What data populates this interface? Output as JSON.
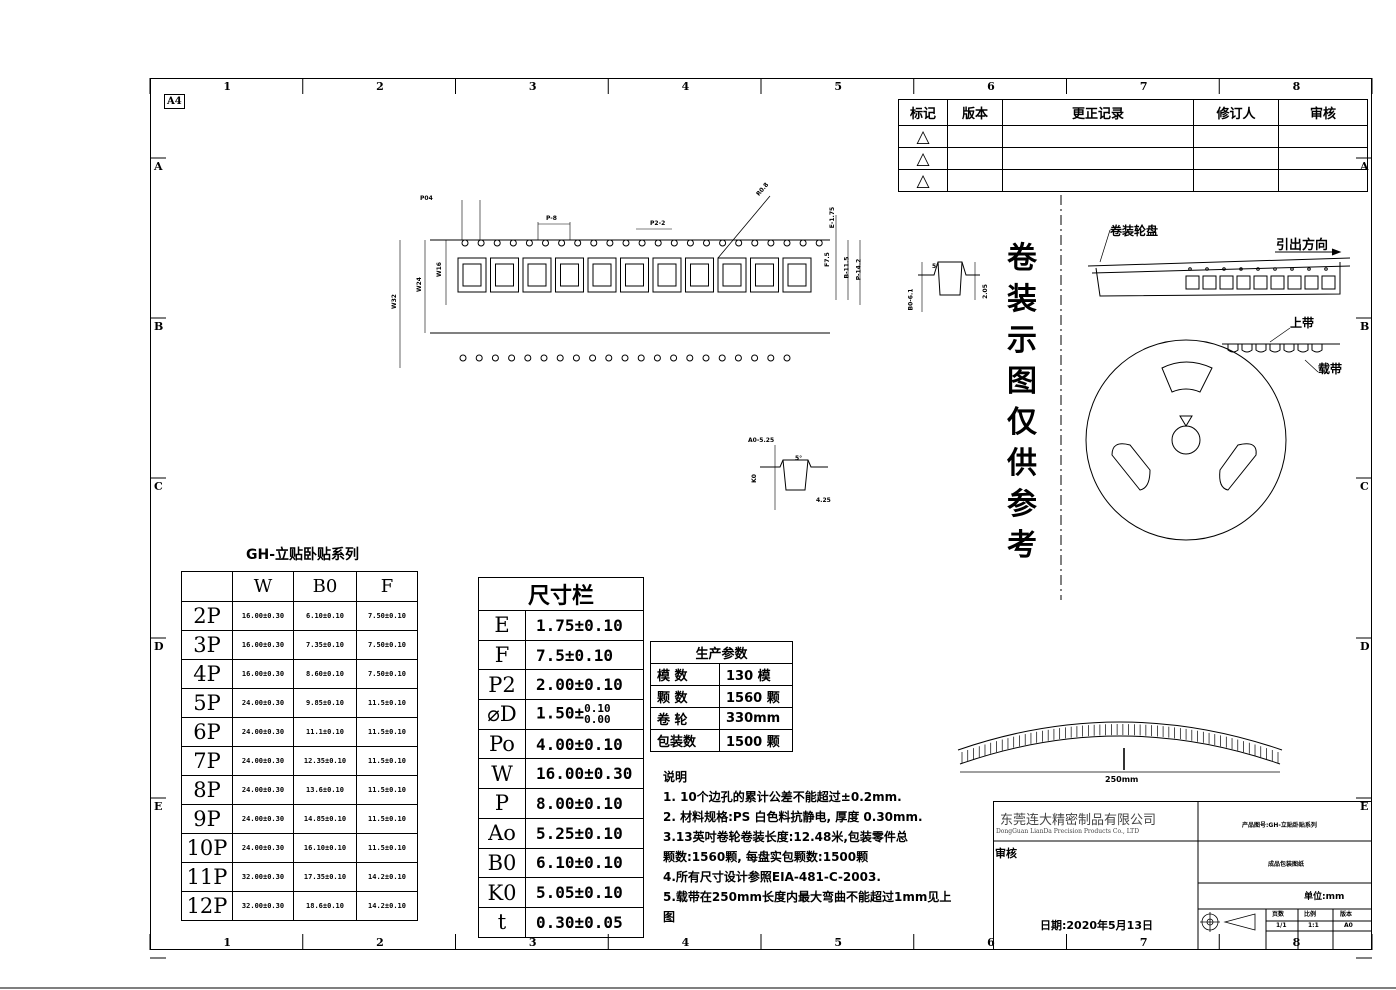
{
  "sheet": {
    "size_label": "A4",
    "top_columns": [
      "1",
      "2",
      "3",
      "4",
      "5",
      "6",
      "7",
      "8"
    ],
    "side_rows": [
      "A",
      "B",
      "C",
      "D",
      "E"
    ]
  },
  "revision_table": {
    "headers": [
      "标记",
      "版本",
      "更正记录",
      "修订人",
      "审核"
    ],
    "rows": [
      [
        "△",
        "",
        "",
        "",
        ""
      ],
      [
        "△",
        "",
        "",
        "",
        ""
      ],
      [
        "△",
        "",
        "",
        "",
        ""
      ]
    ]
  },
  "tape_drawing": {
    "labels": {
      "p0": "P04",
      "p": "P-8",
      "p2": "P2-2",
      "r": "R0.8",
      "e": "E-1.75",
      "f": "F7.5",
      "b": "B-11.5",
      "pp": "P-14.2",
      "w16": "W16",
      "w24": "W24",
      "w32": "W32"
    },
    "section_labels": {
      "b0": "B0-6.1",
      "k0": "2.05",
      "a0": "A0-5.25",
      "angle": "5°",
      "t": "4.25",
      "k": "K0"
    }
  },
  "vertical_title": "卷装示图仅供参考",
  "reel_drawing": {
    "reel_label": "卷装轮盘",
    "direction_label": "引出方向",
    "cover_label": "上带",
    "carrier_label": "载带",
    "bend_label": "250mm"
  },
  "gh_series": {
    "title": "GH-立贴卧贴系列",
    "headers": [
      "",
      "W",
      "B0",
      "F"
    ],
    "rows": [
      [
        "2P",
        "16.00±0.30",
        "6.10±0.10",
        "7.50±0.10"
      ],
      [
        "3P",
        "16.00±0.30",
        "7.35±0.10",
        "7.50±0.10"
      ],
      [
        "4P",
        "16.00±0.30",
        "8.60±0.10",
        "7.50±0.10"
      ],
      [
        "5P",
        "24.00±0.30",
        "9.85±0.10",
        "11.5±0.10"
      ],
      [
        "6P",
        "24.00±0.30",
        "11.1±0.10",
        "11.5±0.10"
      ],
      [
        "7P",
        "24.00±0.30",
        "12.35±0.10",
        "11.5±0.10"
      ],
      [
        "8P",
        "24.00±0.30",
        "13.6±0.10",
        "11.5±0.10"
      ],
      [
        "9P",
        "24.00±0.30",
        "14.85±0.10",
        "11.5±0.10"
      ],
      [
        "10P",
        "24.00±0.30",
        "16.10±0.10",
        "11.5±0.10"
      ],
      [
        "11P",
        "32.00±0.30",
        "17.35±0.10",
        "14.2±0.10"
      ],
      [
        "12P",
        "32.00±0.30",
        "18.6±0.10",
        "14.2±0.10"
      ]
    ]
  },
  "dimensions": {
    "title": "尺寸栏",
    "rows": [
      {
        "k": "E",
        "v": "1.75±0.10"
      },
      {
        "k": "F",
        "v": "7.5±0.10"
      },
      {
        "k": "P2",
        "v": "2.00±0.10"
      },
      {
        "k": "⌀D",
        "v": "1.50±",
        "tol_up": "0.10",
        "tol_low": "0.00"
      },
      {
        "k": "Po",
        "v": "4.00±0.10"
      },
      {
        "k": "W",
        "v": "16.00±0.30"
      },
      {
        "k": "P",
        "v": "8.00±0.10"
      },
      {
        "k": "Ao",
        "v": "5.25±0.10"
      },
      {
        "k": "B0",
        "v": "6.10±0.10"
      },
      {
        "k": "K0",
        "v": "5.05±0.10"
      },
      {
        "k": "t",
        "v": "0.30±0.05"
      }
    ]
  },
  "production": {
    "title": "生产参数",
    "rows": [
      [
        "模  数",
        "130 模"
      ],
      [
        "颗  数",
        "1560 颗"
      ],
      [
        "卷  轮",
        "330mm"
      ],
      [
        "包装数",
        "1500 颗"
      ]
    ]
  },
  "notes": {
    "title": "说明",
    "lines": [
      "1. 10个边孔的累计公差不能超过±0.2mm.",
      "2. 材料规格:PS 白色料抗静电, 厚度 0.30mm.",
      "3.13英吋卷轮卷装长度:12.48米,包装零件总",
      "颗数:1560颗, 每盘实包颗数:1500颗",
      "4.所有尺寸设计参照EIA-481-C-2003.",
      "5.载带在250mm长度内最大弯曲不能超过1mm见上",
      "图"
    ]
  },
  "title_block": {
    "company_cn": "东莞连大精密制品有限公司",
    "company_en": "DongGuan LianDa Precision Products Co., LTD",
    "product_no": "产品图号:GH-立贴卧贴系列",
    "drawing_name": "成品包装图纸",
    "review_label": "审核",
    "unit": "单位:mm",
    "page_headers": [
      "页数",
      "比例",
      "版本"
    ],
    "page_values": [
      "1/1",
      "1:1",
      "A0"
    ],
    "date": "日期:2020年5月13日"
  }
}
